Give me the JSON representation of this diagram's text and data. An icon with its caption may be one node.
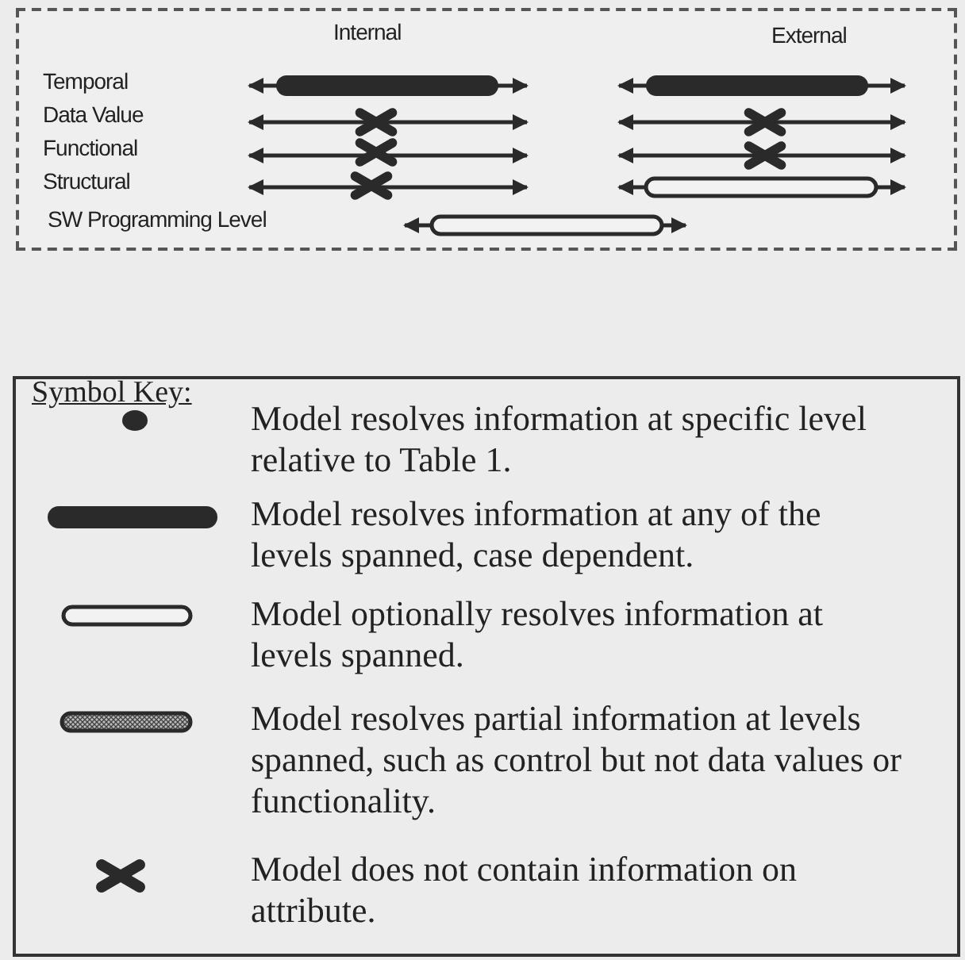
{
  "diagram": {
    "nodes": [
      {
        "text": [
          "Internal",
          "External",
          "Temporal",
          "Data Value",
          "Functional",
          "Structural",
          "SW Programming Level"
        ]
      },
      {
        "text": [
          "Symbol Key:"
        ]
      }
    ],
    "legend": [
      {
        "text": "Model resolves information at specific level relative to Table 1."
      },
      {
        "text": "Model resolves information at any of the levels spanned, case dependent."
      },
      {
        "text": "Model optionally resolves information at levels spanned."
      },
      {
        "text": "Model resolves partial information at levels spanned, such as control but not data values or functionality."
      },
      {
        "text": "Model does not contain information on attribute."
      }
    ]
  }
}
